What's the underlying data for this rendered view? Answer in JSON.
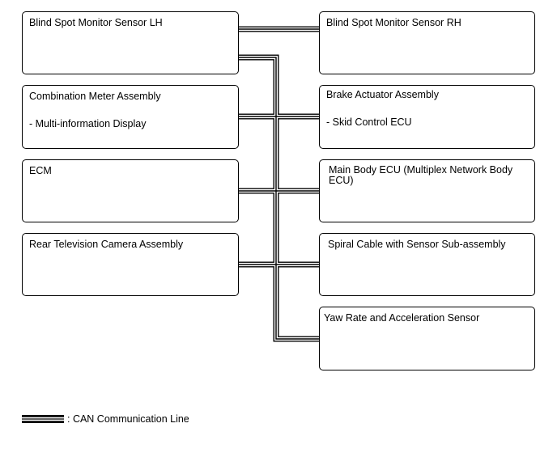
{
  "left_boxes": [
    {
      "title": "Blind Spot Monitor Sensor LH",
      "sub": ""
    },
    {
      "title": "Combination Meter Assembly",
      "sub": "- Multi-information Display"
    },
    {
      "title": "ECM",
      "sub": ""
    },
    {
      "title": "Rear Television Camera Assembly",
      "sub": ""
    }
  ],
  "right_boxes": [
    {
      "title": "Blind Spot Monitor Sensor RH",
      "sub": ""
    },
    {
      "title": "Brake Actuator Assembly",
      "sub": "- Skid Control ECU"
    },
    {
      "title": "Main Body ECU (Multiplex Network Body\nECU)",
      "sub": ""
    },
    {
      "title": "Spiral Cable with Sensor Sub-assembly",
      "sub": ""
    },
    {
      "title": "Yaw Rate and Acceleration Sensor",
      "sub": ""
    }
  ],
  "legend": {
    "label": ": CAN Communication Line"
  }
}
